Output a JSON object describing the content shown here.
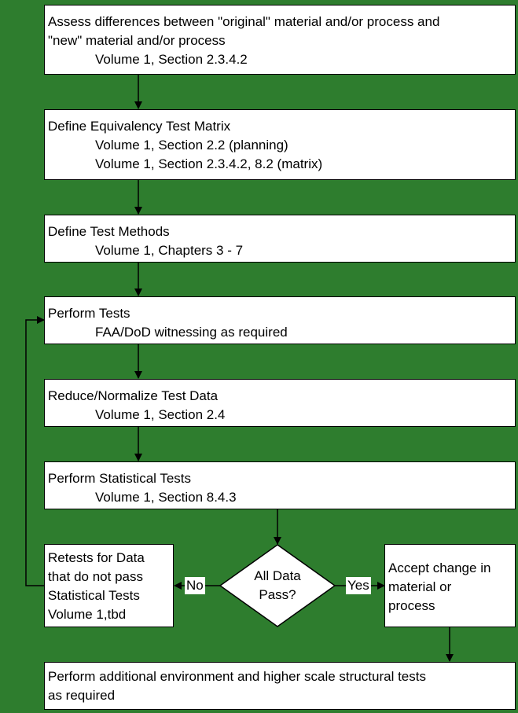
{
  "nodes": {
    "assess": {
      "line1": "Assess differences between \"original\" material and/or process and",
      "line2": "\"new\" material and/or process",
      "ref1": "Volume 1, Section 2.3.4.2"
    },
    "matrix": {
      "line1": "Define Equivalency Test Matrix",
      "ref1": "Volume 1, Section 2.2 (planning)",
      "ref2": "Volume 1, Section 2.3.4.2, 8.2 (matrix)"
    },
    "methods": {
      "line1": "Define Test Methods",
      "ref1": "Volume 1, Chapters 3 - 7"
    },
    "perform": {
      "line1": "Perform Tests",
      "ref1": "FAA/DoD witnessing as required"
    },
    "reduce": {
      "line1": "Reduce/Normalize Test Data",
      "ref1": "Volume 1, Section 2.4"
    },
    "stat": {
      "line1": "Perform Statistical Tests",
      "ref1": "Volume 1, Section 8.4.3"
    },
    "decision": {
      "line1": "All Data",
      "line2": "Pass?"
    },
    "retests": {
      "line1": "Retests for Data",
      "line2": "that do not pass",
      "line3": "Statistical Tests",
      "line4": "Volume 1,tbd"
    },
    "accept": {
      "line1": "Accept change in",
      "line2": "material or",
      "line3": "process"
    },
    "additional": {
      "line1": "Perform additional environment and higher scale structural tests",
      "line2": "as required"
    }
  },
  "edges": {
    "no_label": "No",
    "yes_label": "Yes"
  },
  "colors": {
    "background": "#2e7d2e",
    "box": "#ffffff",
    "stroke": "#000000"
  }
}
